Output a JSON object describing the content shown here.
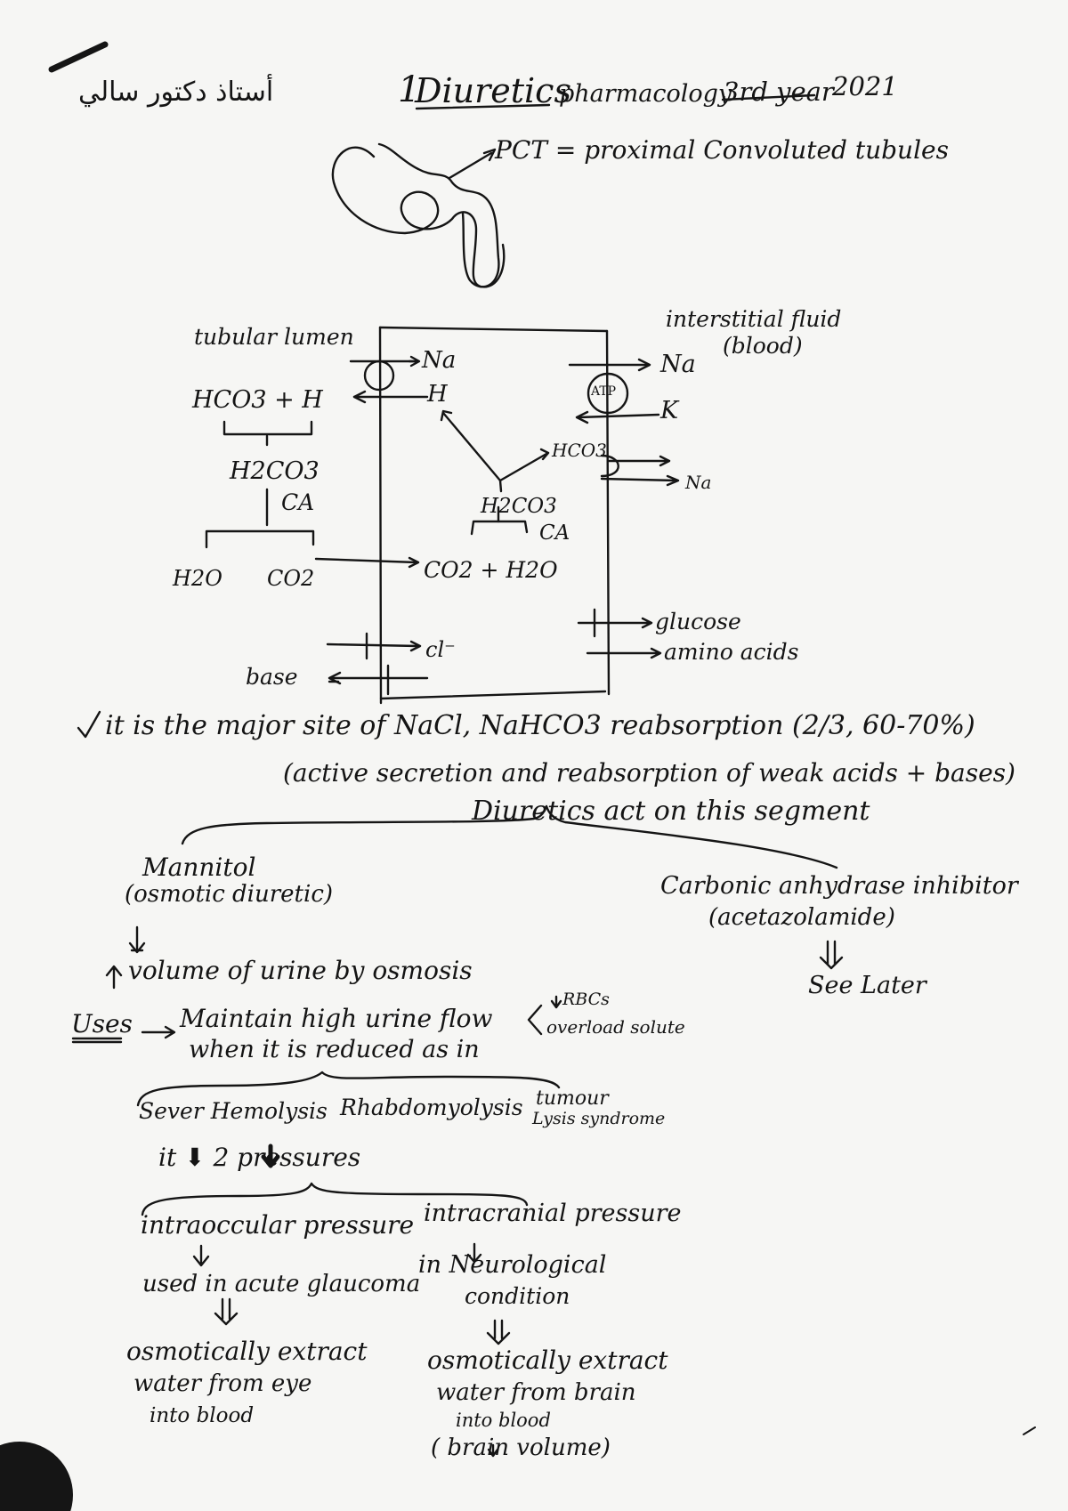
{
  "header": {
    "author_arabic": "أستاذ دكتور سالي",
    "title": "Diuretics",
    "subject": "pharmacology",
    "year_level": "3rd year",
    "year": "2021"
  },
  "pct_note": "PCT = proximal Convoluted tubules",
  "diagram": {
    "lumen_label": "tubular lumen",
    "interstitial_label": "interstitial fluid",
    "blood_label": "(blood)",
    "na_1": "Na",
    "h_out": "H",
    "hco3_h": "HCO3 + H",
    "h2co3_left": "H2CO3",
    "ca_left": "CA",
    "h2o_left": "H2O",
    "co2_left": "CO2",
    "h2co3_cell": "H2CO3",
    "ca_cell": "CA",
    "co2_h2o": "CO2 + H2O",
    "hco3_cell": "HCO3",
    "atp": "ATP",
    "na_2": "Na",
    "k": "K",
    "na_3": "Na",
    "cl": "cl⁻",
    "base": "base",
    "glucose": "glucose",
    "amino_acids": "amino acids"
  },
  "notes": {
    "line1": "it is the major site of NaCl, NaHCO3 reabsorption (2/3, 60-70%)",
    "line2": "(active secretion and reabsorption of weak acids + bases)",
    "line3": "Diuretics act on this segment"
  },
  "mannitol": {
    "name": "Mannitol",
    "type": "(osmotic diuretic)",
    "effect": "volume of urine by osmosis",
    "uses_label": "Uses",
    "uses_1": "Maintain high urine flow",
    "uses_2": "when it is reduced as in",
    "side_1": "RBCs",
    "side_2": "overload solute",
    "cond_1": "Sever Hemolysis",
    "cond_2": "Rhabdomyolysis",
    "cond_3a": "tumour",
    "cond_3b": "Lysis syndrome",
    "pressures": "it ⬇ 2 pressures",
    "iop": "intraoccular pressure",
    "iop_use": "used in acute glaucoma",
    "iop_r1": "osmotically extract",
    "iop_r2": "water from eye",
    "iop_r3": "into blood",
    "icp": "intracranial pressure",
    "icp_use1": "in Neurological",
    "icp_use2": "condition",
    "icp_r1": "osmotically extract",
    "icp_r2": "water from brain",
    "icp_r3": "into blood",
    "icp_r4": "( brain volume)"
  },
  "cai": {
    "name": "Carbonic anhydrase inhibitor",
    "drug": "(acetazolamide)",
    "see": "See Later"
  }
}
